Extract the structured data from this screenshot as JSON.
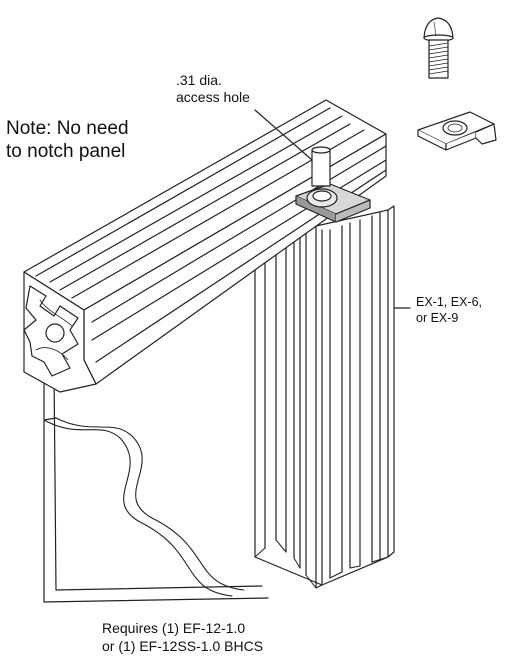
{
  "labels": {
    "note": [
      "Note: No need",
      "to notch panel"
    ],
    "access_hole": [
      ".31 dia.",
      "access hole"
    ],
    "extrusions": [
      "EX-1, EX-6,",
      "or EX-9"
    ],
    "requires": [
      "Requires (1) EF-12-1.0",
      "or (1) EF-12SS-1.0 BHCS"
    ]
  },
  "parts": [
    {
      "name": "button-head-cap-screw"
    },
    {
      "name": "end-fastener-clip"
    },
    {
      "name": "horizontal-extrusion"
    },
    {
      "name": "vertical-extrusion"
    },
    {
      "name": "panel"
    }
  ],
  "colors": {
    "line": "#222222",
    "fill": "#ffffff",
    "shade": "#d8d8d8",
    "dark": "#9a9a9a"
  }
}
